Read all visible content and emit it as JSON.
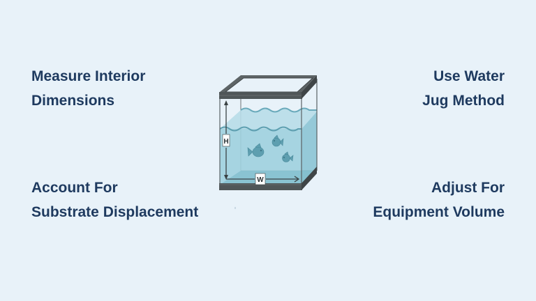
{
  "labels": {
    "top_left": {
      "line1": "Measure Interior",
      "line2": "Dimensions"
    },
    "top_right": {
      "line1": "Use Water",
      "line2": "Jug Method"
    },
    "bottom_left": {
      "line1": "Account For",
      "line2": "Substrate Displacement"
    },
    "bottom_right": {
      "line1": "Adjust For",
      "line2": "Equipment Volume"
    }
  },
  "illustration": {
    "subject": "aquarium-tank",
    "height_label": "H",
    "width_label": "W",
    "fish_count": 3
  },
  "colors": {
    "background": "#e8f2f9",
    "text": "#1e3a5f",
    "frame": "#4f5658",
    "water": "#8cc7d6",
    "fish": "#5e9fb0"
  }
}
